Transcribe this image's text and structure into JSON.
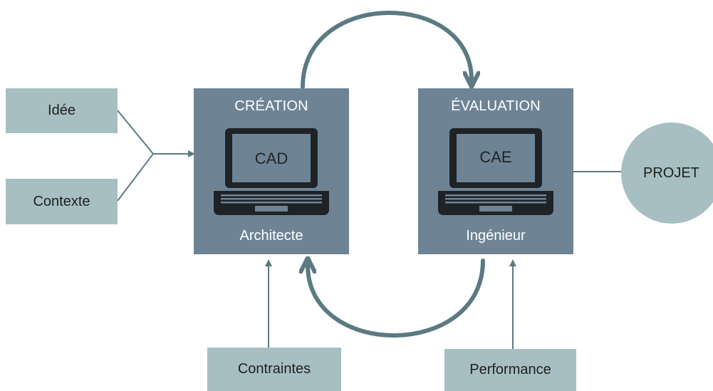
{
  "inputs": {
    "idee": "Idée",
    "contexte": "Contexte",
    "contraintes": "Contraintes",
    "performance": "Performance"
  },
  "creation": {
    "title": "CRÉATION",
    "screen": "CAD",
    "role": "Architecte"
  },
  "evaluation": {
    "title": "ÉVALUATION",
    "screen": "CAE",
    "role": "Ingénieur"
  },
  "output": {
    "label": "PROJET"
  },
  "colors": {
    "light_box": "#a7bfc2",
    "dark_box": "#6e8495",
    "line": "#5b7a82",
    "laptop": "#1f2326"
  }
}
